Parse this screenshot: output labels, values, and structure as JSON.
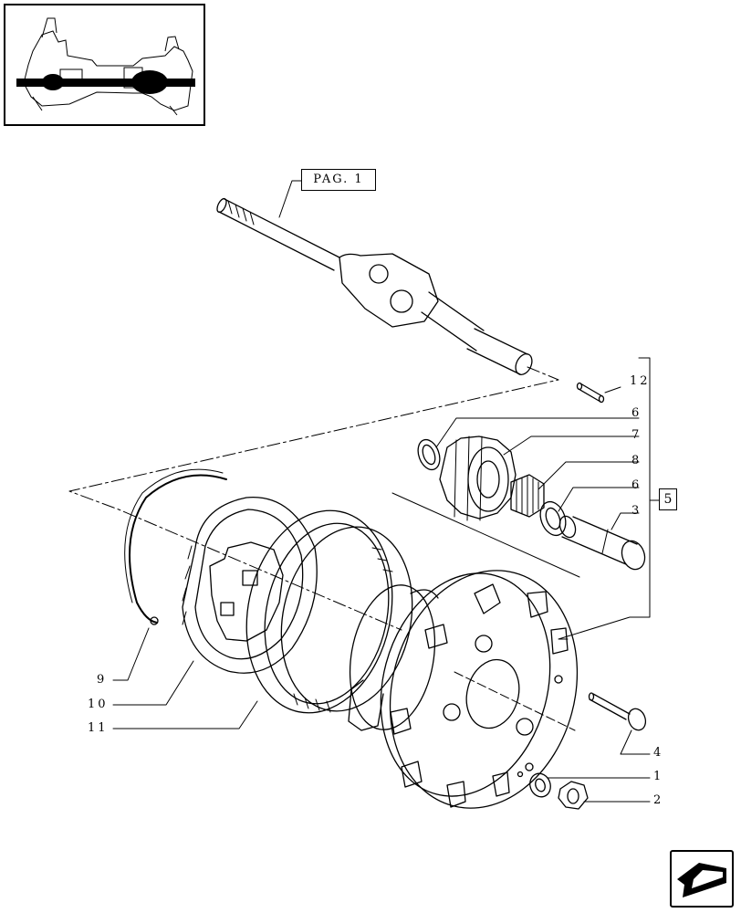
{
  "reference": {
    "page_label": "PAG. 1"
  },
  "group_label": "5",
  "callouts": [
    {
      "id": "9",
      "label": "9"
    },
    {
      "id": "10",
      "label": "10"
    },
    {
      "id": "11",
      "label": "11"
    },
    {
      "id": "12",
      "label": "12"
    },
    {
      "id": "6a",
      "label": "6"
    },
    {
      "id": "7",
      "label": "7"
    },
    {
      "id": "8",
      "label": "8"
    },
    {
      "id": "6b",
      "label": "6"
    },
    {
      "id": "3",
      "label": "3"
    },
    {
      "id": "4",
      "label": "4"
    },
    {
      "id": "1",
      "label": "1"
    },
    {
      "id": "2",
      "label": "2"
    }
  ],
  "navigation": {
    "icon": "arrow-back-icon"
  }
}
